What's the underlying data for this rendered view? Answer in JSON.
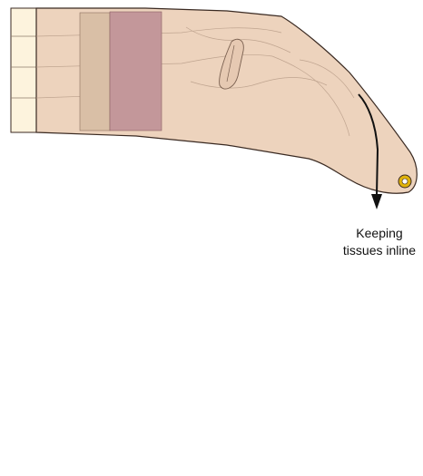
{
  "annotation": {
    "line1": "Keeping",
    "line2": "tissues inline"
  },
  "colors": {
    "skin": "#edd3bd",
    "skin_dark": "#dec0a6",
    "outline": "#3a2a22",
    "sleeve": "#fdf3dd",
    "band_tan": "#d9bfa6",
    "band_mauve": "#c3979a",
    "fingers": "#f2dfa0",
    "ring_outer": "#e0b20a",
    "arrow": "#111111"
  },
  "icons": {
    "arrow_top": "curved-arrow-down",
    "arrow_bottom": "curved-arrow-down-left",
    "hand": "supporting-hand-icon",
    "limb_end_marker": "ring-marker"
  }
}
